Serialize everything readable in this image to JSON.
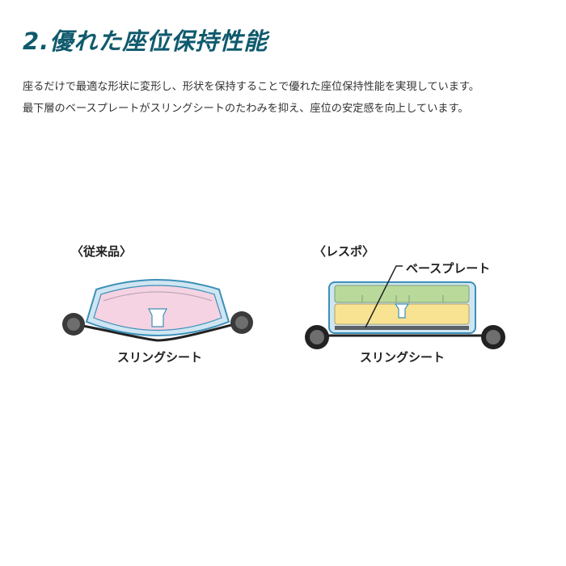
{
  "header": {
    "title": "2.優れた座位保持性能"
  },
  "description": {
    "line1": "座るだけで最適な形状に変形し、形状を保持することで優れた座位保持性能を実現しています。",
    "line2": "最下層のベースプレートがスリングシートのたわみを抑え、座位の安定感を向上しています。"
  },
  "diagram": {
    "conventional": {
      "label": "〈従来品〉",
      "sling_label": "スリングシート"
    },
    "resupo": {
      "label": "〈レスポ〉",
      "base_plate_label": "ベースプレート",
      "sling_label": "スリングシート"
    }
  },
  "colors": {
    "title": "#0f5a6d",
    "cushion_outline": "#3d8fb8",
    "cushion_shell": "#cfe6f2",
    "pink_foam": "#f5d3e2",
    "green_foam": "#b9d99b",
    "yellow_foam": "#f8e392",
    "base_plate": "#5e6368",
    "wheel": "#3a3a3a"
  }
}
